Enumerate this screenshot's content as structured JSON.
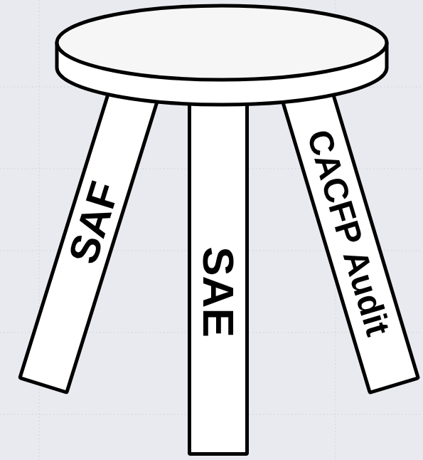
{
  "diagram": {
    "nodes": [
      {
        "text": [
          "SAF"
        ]
      },
      {
        "text": [
          "SAE"
        ]
      },
      {
        "text": [
          "CACFP Audit"
        ]
      }
    ]
  }
}
